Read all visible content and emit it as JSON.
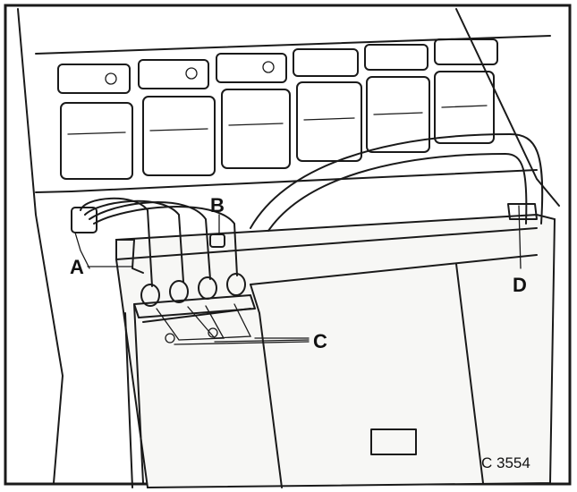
{
  "labels": {
    "a": "A",
    "b": "B",
    "c": "C",
    "d": "D"
  },
  "figure_code": "C 3554"
}
